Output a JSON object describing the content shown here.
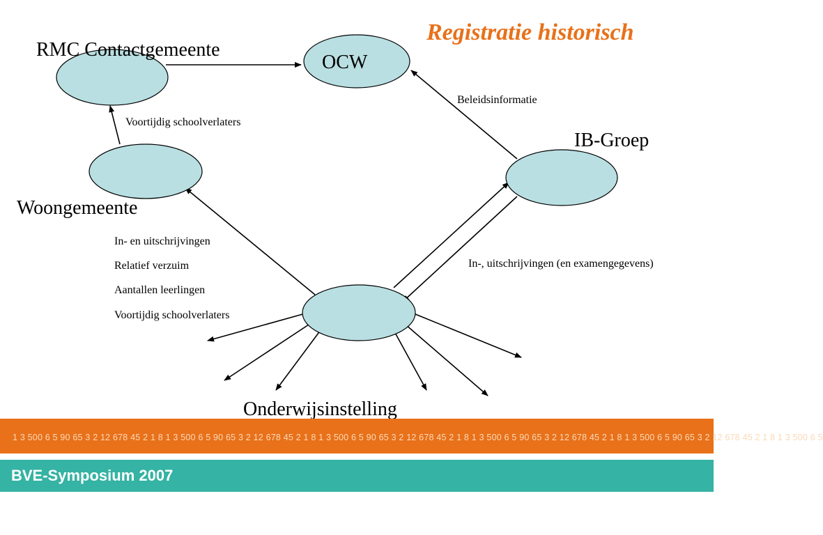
{
  "title": "Registratie historisch",
  "colors": {
    "title": "#e8711a",
    "node_fill": "#b9dfe2",
    "orange_band": "#e8711a",
    "orange_band_text": "#fbd9b8",
    "teal_band": "#35b3a4",
    "brand_text": "#ffffff"
  },
  "nodes": {
    "rmc": "RMC Contactgemeente",
    "ocw": "OCW",
    "woongemeente": "Woongemeente",
    "ib_groep": "IB-Groep",
    "onderwijsinstelling": "Onderwijsinstelling"
  },
  "edges": {
    "voortijdig_rmc": "Voortijdig schoolverlaters",
    "beleidsinformatie": "Beleidsinformatie",
    "ib_exchange": "In-, uitschrijvingen (en examengegevens)",
    "woon_items": [
      "In- en uitschrijvingen",
      "Relatief verzuim",
      "Aantallen leerlingen",
      "Voortijdig schoolverlaters"
    ]
  },
  "footer": {
    "numbers": "1 3 500 6 5 90 65 3 2 12 678 45 2 1 8 1 3 500 6 5 90 65 3 2 12 678 45 2 1 8 1 3 500 6 5 90 65 3 2 12 678 45 2 1 8 1 3 500 6 5 90 65 3 2 12 678 45 2 1 8 1 3 500 6 5 90 65 3 2 12 678 45 2 1 8 1 3 500 6 5",
    "brand": "BVE-Symposium 2007"
  }
}
